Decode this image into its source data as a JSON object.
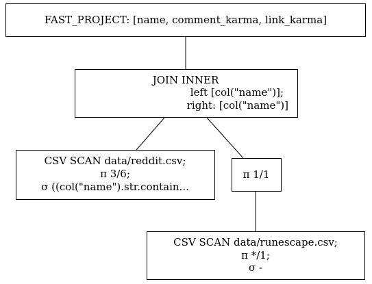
{
  "nodes": {
    "project": {
      "line1": "FAST_PROJECT: [name, comment_karma, link_karma]"
    },
    "join": {
      "line1": "JOIN INNER",
      "line2": "left [col(\"name\")];",
      "line3": "right: [col(\"name\")]"
    },
    "scan_reddit": {
      "line1": "CSV SCAN data/reddit.csv;",
      "line2": "π 3/6;",
      "line3": "σ ((col(\"name\").str.contain..."
    },
    "pi_node": {
      "line1": "π 1/1"
    },
    "scan_runescape": {
      "line1": "CSV SCAN data/runescape.csv;",
      "line2": "π */1;",
      "line3": "σ -"
    }
  }
}
